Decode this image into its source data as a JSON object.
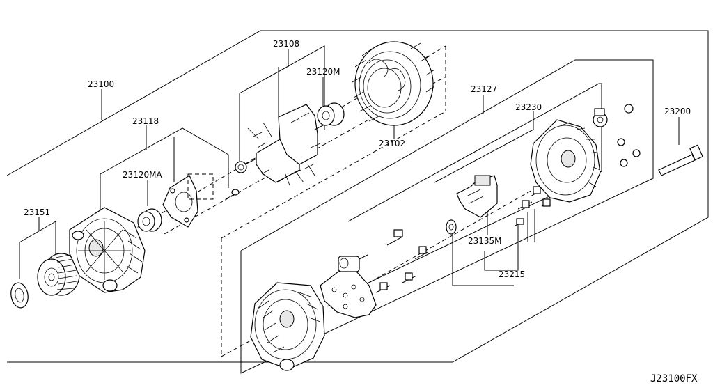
{
  "labels": {
    "alternator_assy": "23100",
    "rotor": "23108",
    "rotor_bearing": "23120M",
    "stator": "23102",
    "front_cover": "23118",
    "front_bearing": "23120MA",
    "pulley": "23151",
    "rear_cover_set": "23127",
    "rear_cover": "23230",
    "through_bolt": "23200",
    "regulator": "23135M",
    "bolts": "23215"
  },
  "reference_code": "J23100FX"
}
